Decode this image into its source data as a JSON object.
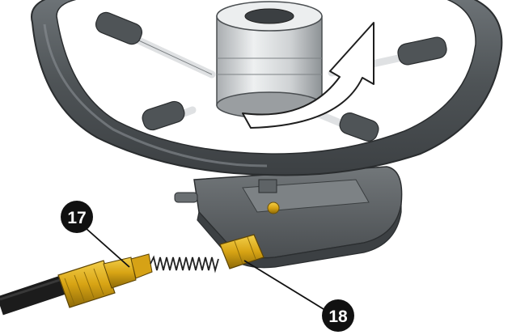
{
  "callouts": [
    {
      "id": "17",
      "label": "17"
    },
    {
      "id": "18",
      "label": "18"
    }
  ],
  "colors": {
    "wheel_rim": "#4f5457",
    "wheel_rim_light": "#6e7478",
    "spoke": "#e4e6e8",
    "hub": "#d7d9db",
    "housing": "#595e61",
    "brass": "#d9a514",
    "cable": "#202020",
    "arrow": "#ffffff",
    "callout_fill": "#111111"
  },
  "icons": [
    "rotation-arrow-icon",
    "callout-17-marker",
    "callout-18-marker"
  ]
}
